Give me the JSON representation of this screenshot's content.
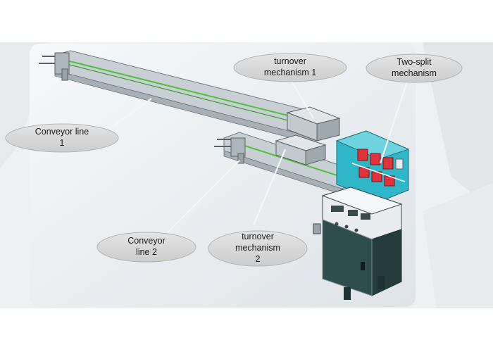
{
  "callouts": {
    "turnover_1": {
      "line1": "turnover",
      "line2": "mechanism 1"
    },
    "two_split": {
      "line1": "Two-split",
      "line2": "mechanism"
    },
    "conveyor_1": {
      "line1": "Conveyor line",
      "line2": "1"
    },
    "conveyor_2": {
      "line1": "Conveyor",
      "line2": "line 2"
    },
    "turnover_2": {
      "line1": "turnover",
      "line2": "mechanism",
      "line3": "2"
    }
  },
  "colors": {
    "frame": "#bfc7cc",
    "green_belt": "#4fbf3c",
    "red_part": "#e0323a",
    "cyan_base": "#2fb7c9",
    "cabinet": "#2f4d4f",
    "callout_fill": "#d7d7d7"
  }
}
